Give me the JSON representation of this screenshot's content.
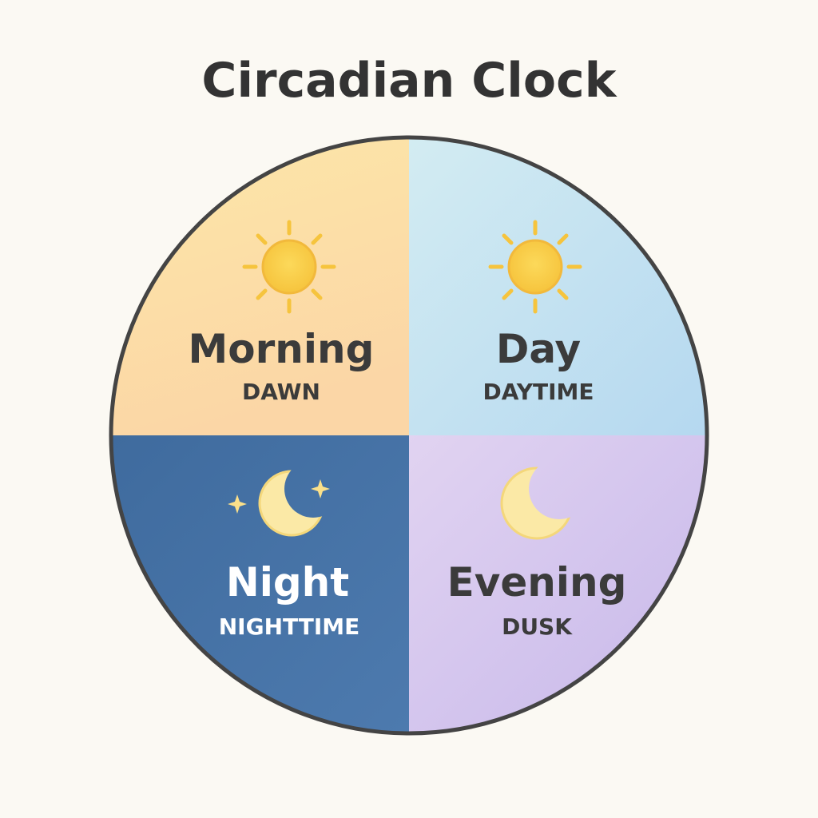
{
  "title": "Circadian Clock",
  "quadrants": {
    "morning": {
      "label": "Morning",
      "sublabel": "DAWN",
      "icon": "sun-icon",
      "colors": {
        "from": "#fde7a8",
        "to": "#fbd6a6",
        "text": "#3b3b3b"
      }
    },
    "day": {
      "label": "Day",
      "sublabel": "DAYTIME",
      "icon": "sun-icon",
      "colors": {
        "from": "#d3ecf2",
        "to": "#b5d8f0",
        "text": "#3b3b3b"
      }
    },
    "night": {
      "label": "Night",
      "sublabel": "NIGHTTIME",
      "icon": "moon-stars-icon",
      "colors": {
        "from": "#3f6b9e",
        "to": "#4d7aae",
        "text": "#ffffff"
      }
    },
    "evening": {
      "label": "Evening",
      "sublabel": "DUSK",
      "icon": "moon-icon",
      "colors": {
        "from": "#e1d3f1",
        "to": "#c7b8ea",
        "text": "#3b3b3b"
      }
    }
  },
  "accent": {
    "sun": "#f7c948",
    "sun_stroke": "#f2b93b",
    "moon": "#fbe9a6",
    "moon_stroke": "#f4d77a",
    "outline": "#444444"
  }
}
